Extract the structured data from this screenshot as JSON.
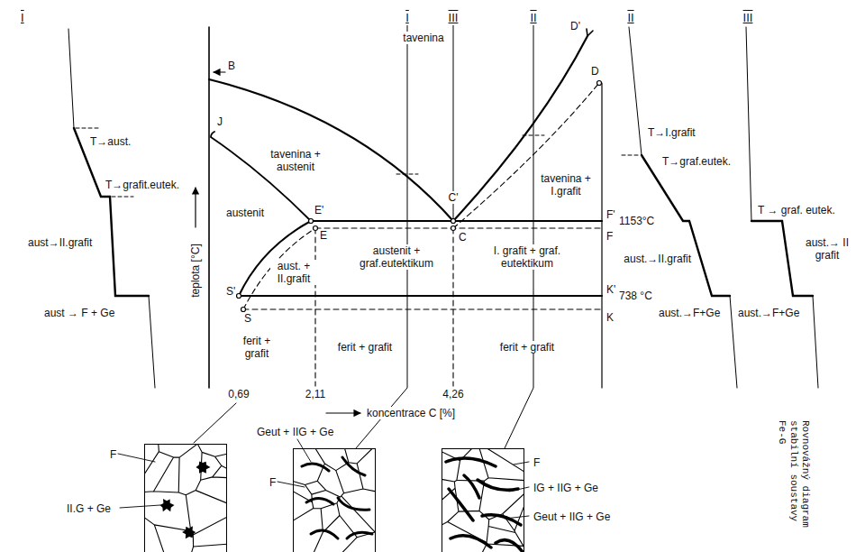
{
  "diagram": {
    "caption": "Rovnovážný diagram stabilní soustavy Fe-G",
    "nodes": [
      {
        "text": [
          "F",
          "II.G + Ge"
        ]
      },
      {
        "text": [
          "Geut + IIG + Ge",
          "F"
        ]
      },
      {
        "text": [
          "F",
          "IG + IIG + Ge",
          "Geut + IIG + Ge"
        ]
      }
    ],
    "labels": [
      "I",
      "T→aust.",
      "T→grafit.eutek.",
      "aust→II.grafit",
      "aust → F + Ge",
      "I",
      "III",
      "II",
      "II",
      "III",
      "tavenina",
      "B",
      "D'",
      "D",
      "J",
      "tavenina + austenit",
      "tavenina + I.grafit",
      "austenit",
      "E'",
      "E",
      "C'",
      "C",
      "F'",
      "F",
      "1153°C",
      "austenit + graf.eutektikum",
      "I. grafit + graf. eutektikum",
      "aust. + II.grafit",
      "S'",
      "S",
      "K'",
      "K",
      "738 °C",
      "ferit + grafit",
      "ferit + grafit",
      "ferit + grafit",
      "teplota [°C]",
      "0,69",
      "2,11",
      "4,26",
      "koncentrace C [%]",
      "T→I.grafit",
      "T→graf.eutek.",
      "aust.→II.grafit",
      "aust.→F+Ge",
      "T → graf. eutek.",
      "aust.→ II grafit",
      "aust.→F+Ge"
    ]
  }
}
